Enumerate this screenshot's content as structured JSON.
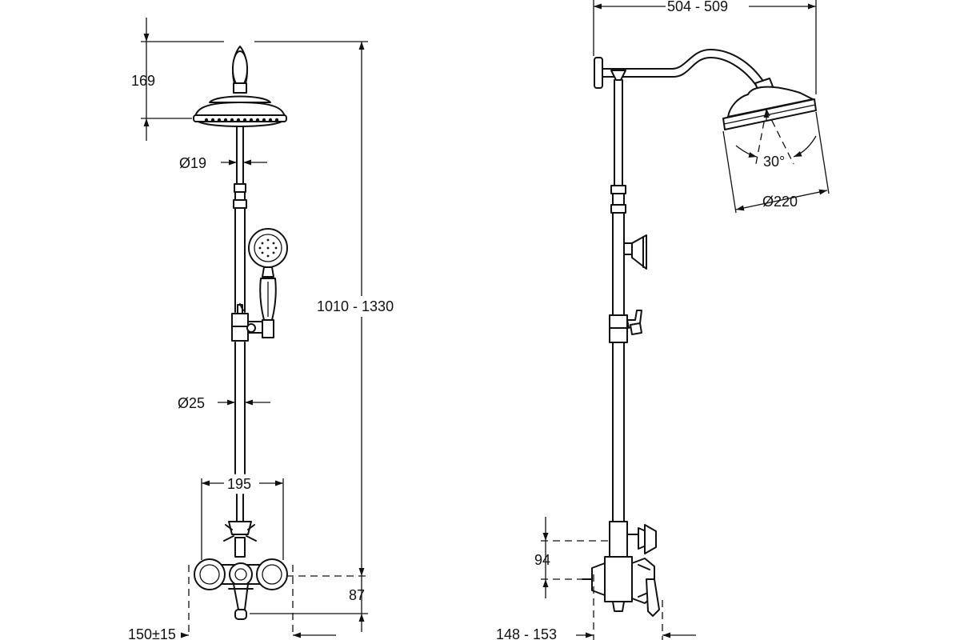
{
  "dimensions": {
    "head_height": "169",
    "arm_diameter": "Ø19",
    "riser_diameter": "Ø25",
    "height_range": "1010 - 1330",
    "valve_width": "195",
    "bottom_height": "87",
    "wall_distance_front": "150±15",
    "projection": "504 - 509",
    "head_angle": "30°",
    "head_diameter": "Ø220",
    "valve_offset": "94",
    "wall_distance_side": "148 - 153"
  },
  "colors": {
    "line": "#111111",
    "background": "#ffffff"
  }
}
